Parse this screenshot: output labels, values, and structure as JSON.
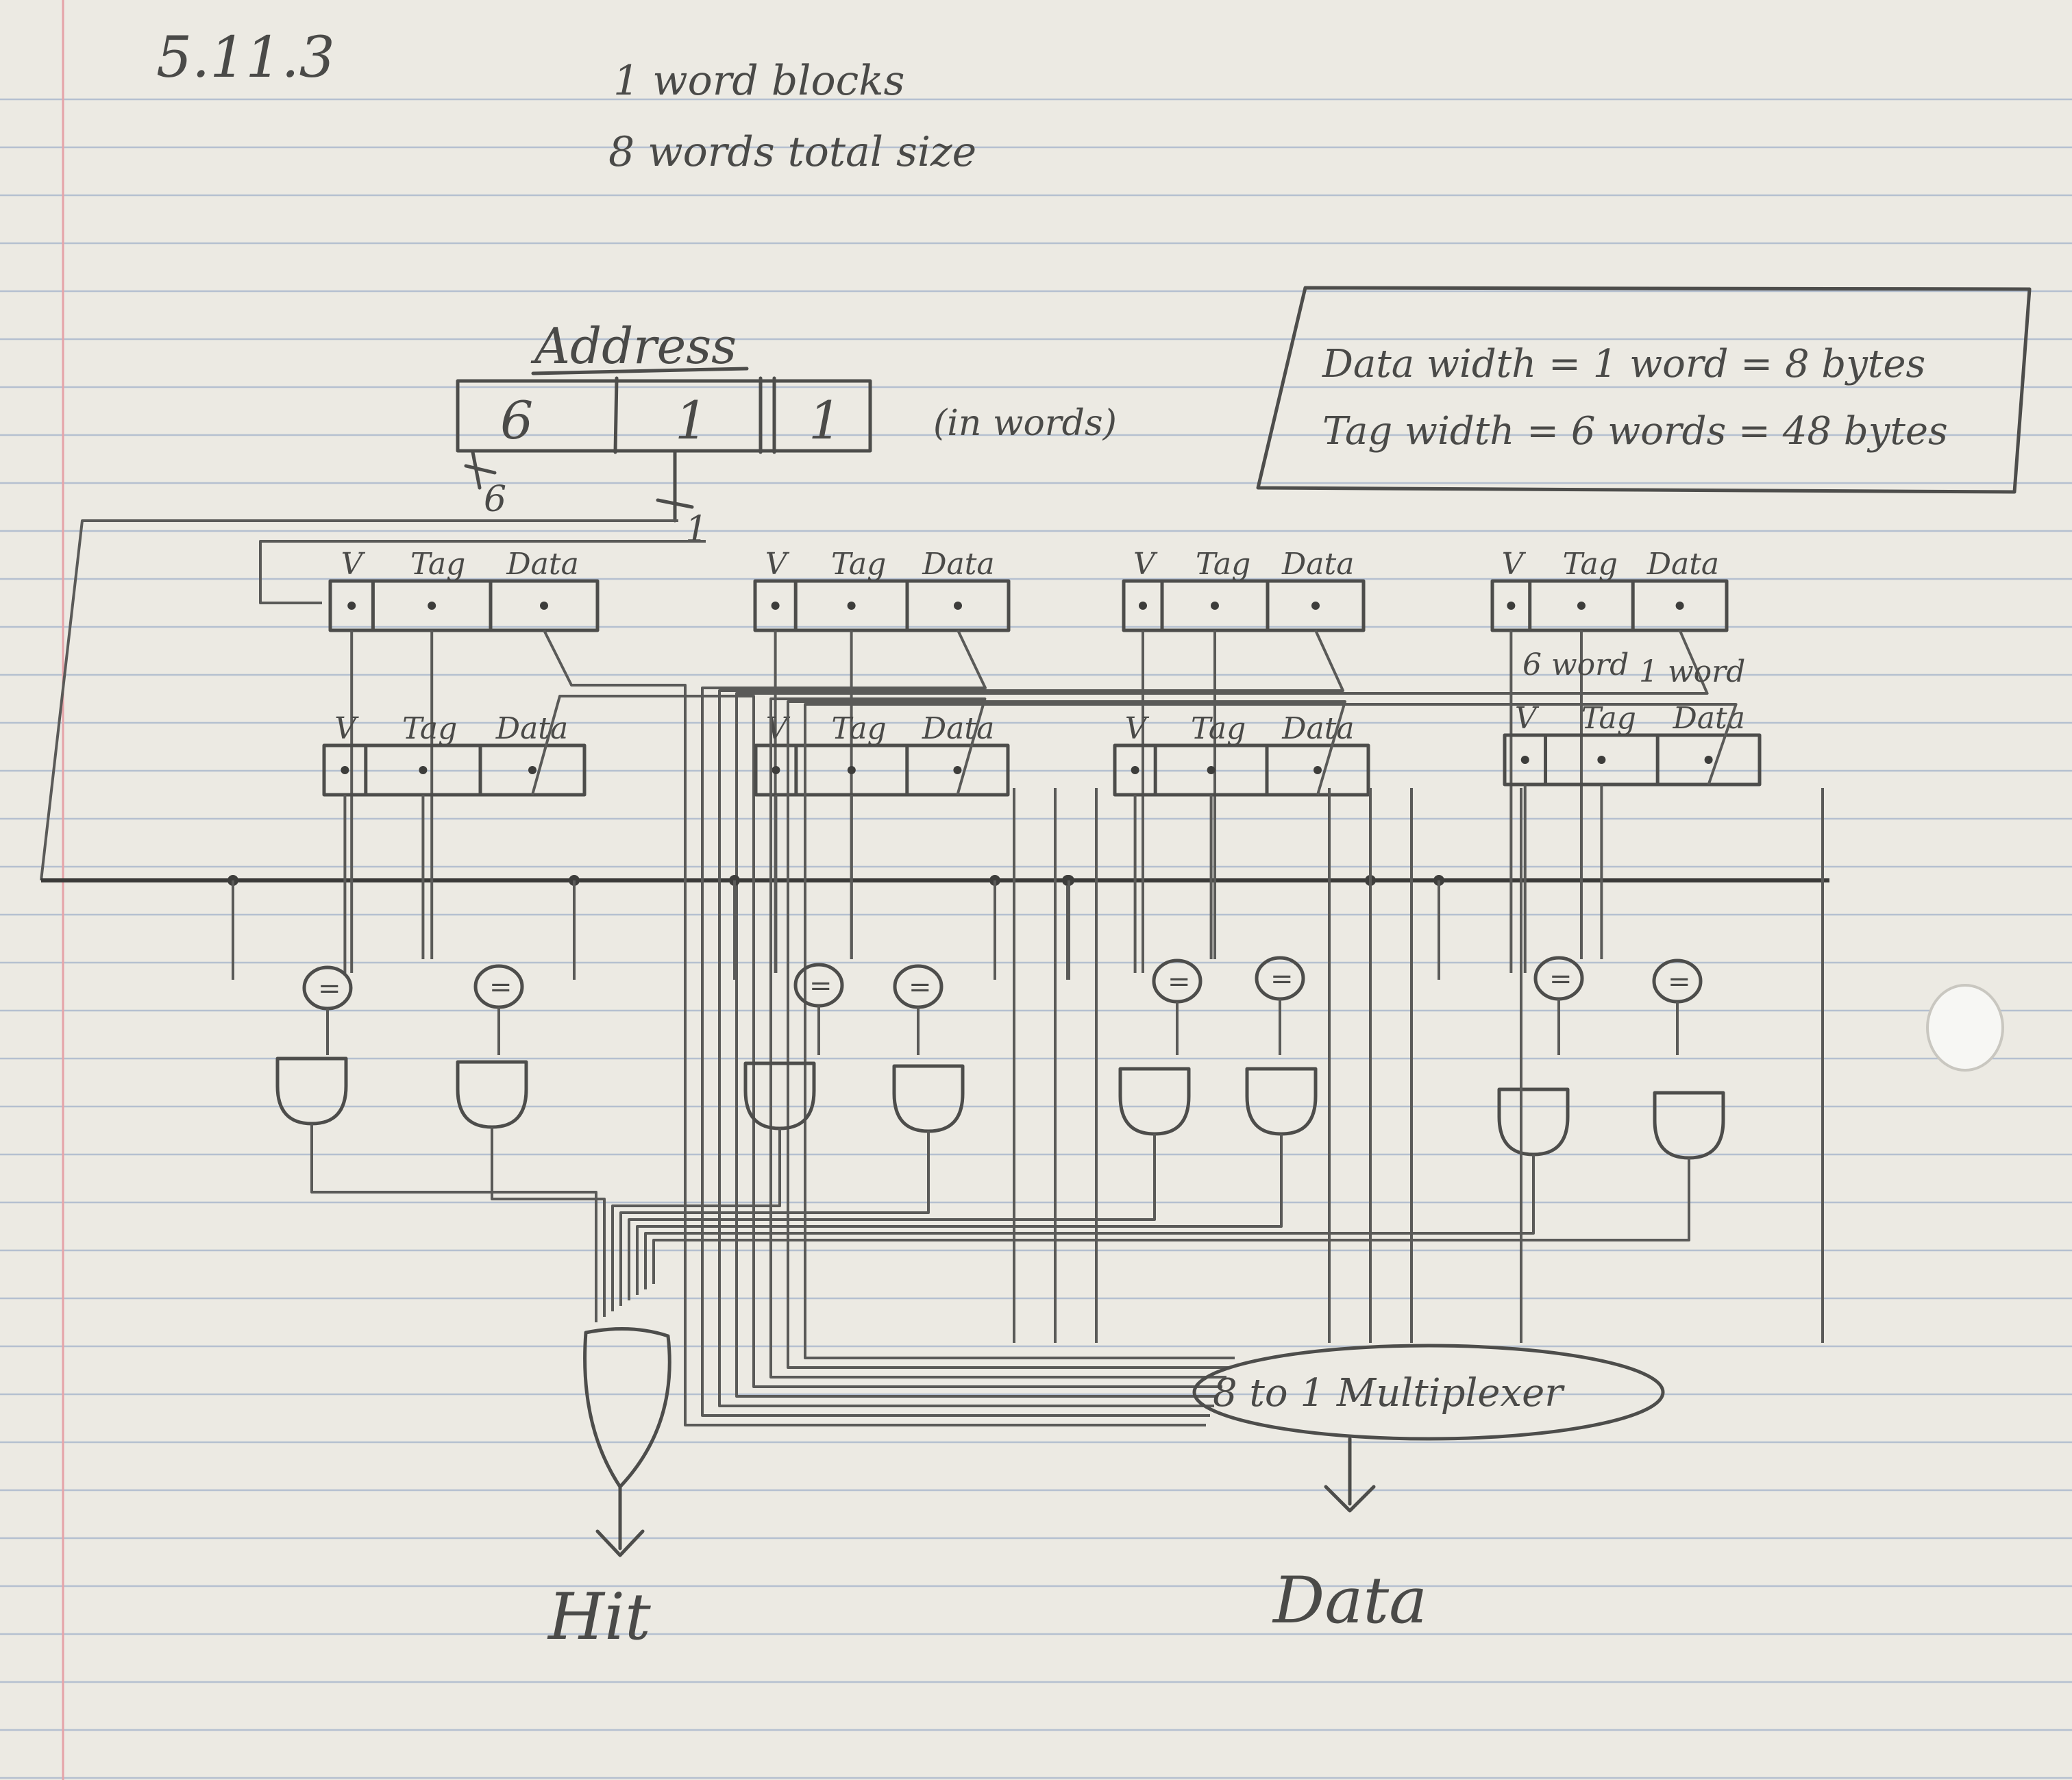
{
  "problem_number": "5.11.3",
  "notes": {
    "line1": "1 word blocks",
    "line2": "8 words total size"
  },
  "address": {
    "title": "Address",
    "fields": [
      "6",
      "1",
      "1"
    ],
    "units_note": "(in words)",
    "tag_bits_label": "6",
    "index_bits_label": "1"
  },
  "summary_box": {
    "data_width": "Data width = 1 word = 8 bytes",
    "tag_width": "Tag width = 6 words = 48 bytes"
  },
  "entry_fields": {
    "v": "V",
    "tag": "Tag",
    "data": "Data"
  },
  "word_notes": [
    "6 word",
    "1 word"
  ],
  "comparator_symbol": "=",
  "mux_label": "8 to 1 Multiplexer",
  "outputs": {
    "hit": "Hit",
    "data": "Data"
  },
  "colors": {
    "paper": "#eceae3",
    "ink": "#4d4d4b",
    "rule": "#b5c0d0",
    "margin": "#e5a3a8"
  }
}
